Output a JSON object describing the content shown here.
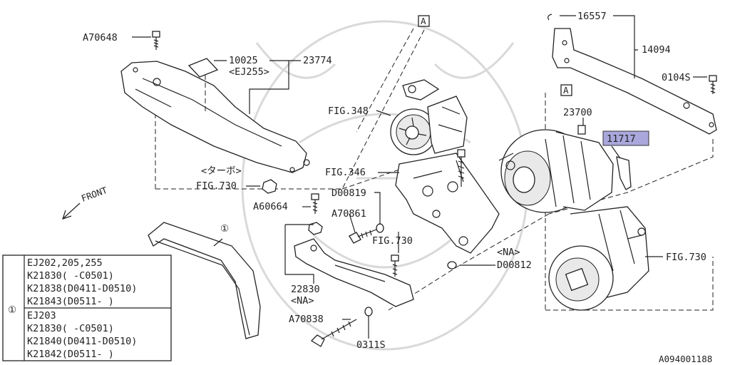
{
  "labels": {
    "a70648": "A70648",
    "p10025": "10025",
    "p23774": "23774",
    "ej255": "<EJ255>",
    "fig348": "FIG.348",
    "ref_a_top": "A",
    "p16557": "16557",
    "p14094": "14094",
    "ref_a_mid": "A",
    "p0104s": "0104S",
    "p23700": "23700",
    "p11717": "11717",
    "turbo": "<ターボ>",
    "front": "FRONT",
    "fig346": "FIG.346",
    "d00819": "D00819",
    "fig730_a": "FIG.730",
    "a60664": "A60664",
    "a70861": "A70861",
    "fig730_b": "FIG.730",
    "na_right": "<NA>",
    "d00812": "D00812",
    "fig730_c": "FIG.730",
    "circled_1_belt": "①",
    "p22830": "22830",
    "na_22830": "<NA>",
    "a70838": "A70838",
    "p0311s": "0311S",
    "diagram_id": "A094001188"
  },
  "belt_table": {
    "circled": "①",
    "group1": {
      "engines": "EJ202,205,255",
      "rows": [
        "K21830( -C0501)",
        "K21838(D0411-D0510)",
        "K21843(D0511- )"
      ]
    },
    "group2": {
      "engines": "EJ203",
      "rows": [
        "K21830( -C0501)",
        "K21840(D0411-D0510)",
        "K21842(D0511- )"
      ]
    }
  },
  "colors": {
    "highlight": "#a9a7dc",
    "line": "#222222"
  }
}
